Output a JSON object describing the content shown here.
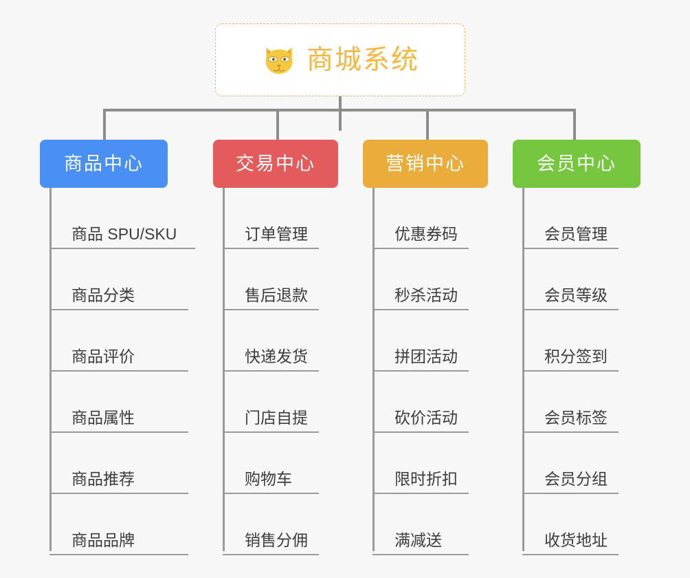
{
  "root": {
    "title": "商城系统",
    "icon": "shiba-dog-icon",
    "border_color": "#f0ba5a",
    "text_color": "#f5b73e",
    "background": "#ffffff"
  },
  "canvas": {
    "background": "#f7f7f7",
    "connector_color": "#8c8c8c"
  },
  "branches": [
    {
      "label": "商品中心",
      "color": "#4a90f4",
      "items": [
        "商品 SPU/SKU",
        "商品分类",
        "商品评价",
        "商品属性",
        "商品推荐",
        "商品品牌"
      ]
    },
    {
      "label": "交易中心",
      "color": "#e35b5b",
      "items": [
        "订单管理",
        "售后退款",
        "快递发货",
        "门店自提",
        "购物车",
        "销售分佣"
      ]
    },
    {
      "label": "营销中心",
      "color": "#eaac3b",
      "items": [
        "优惠券码",
        "秒杀活动",
        "拼团活动",
        "砍价活动",
        "限时折扣",
        "满减送"
      ]
    },
    {
      "label": "会员中心",
      "color": "#76c63f",
      "items": [
        "会员管理",
        "会员等级",
        "积分签到",
        "会员标签",
        "会员分组",
        "收货地址"
      ]
    }
  ]
}
